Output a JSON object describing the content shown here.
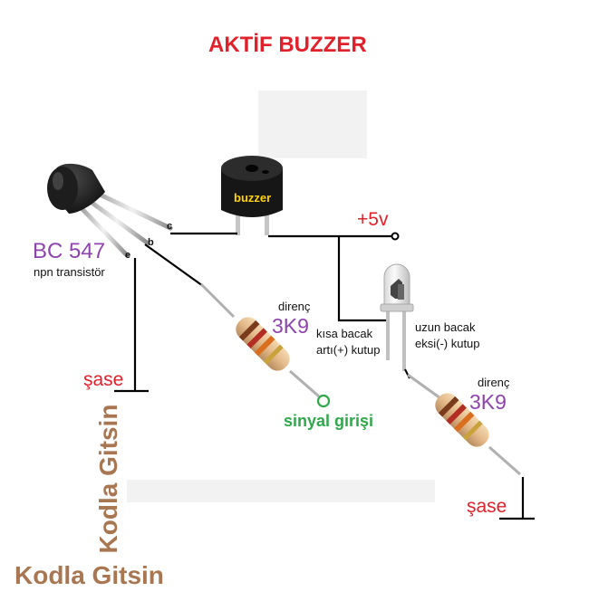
{
  "title": "AKTİF BUZZER",
  "transistor": {
    "name": "BC 547",
    "type": "npn transistör",
    "pins": {
      "c": "c",
      "b": "b",
      "e": "e"
    }
  },
  "buzzer": {
    "label": "buzzer"
  },
  "supply": {
    "label": "+5v"
  },
  "resistor1": {
    "caption": "direnç",
    "value": "3K9"
  },
  "resistor2": {
    "caption": "direnç",
    "value": "3K9"
  },
  "led": {
    "short_leg": "kısa bacak",
    "short_polarity": "artı(+) kutup",
    "long_leg": "uzun bacak",
    "long_polarity": "eksi(-) kutup"
  },
  "ground1": "şase",
  "ground2": "şase",
  "signal": "sinyal girişi",
  "watermark_horizontal": "Kodla Gitsin",
  "watermark_vertical": "Kodla Gitsin",
  "colors": {
    "title": "#e0202a",
    "transistor_name": "#8e44ad",
    "buzzer_text": "#ffd400",
    "signal": "#2ea84a",
    "watermark": "#a87650"
  }
}
